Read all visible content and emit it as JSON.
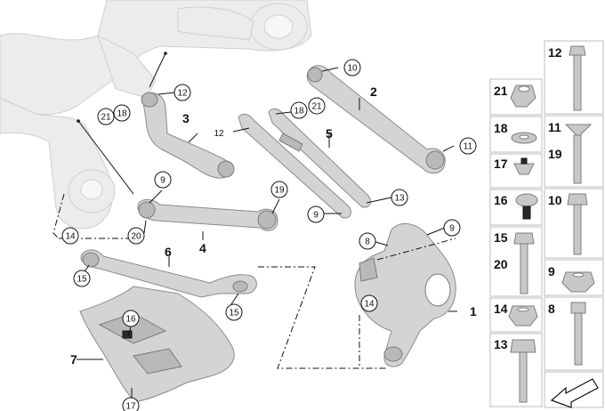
{
  "callouts": {
    "c10": "10",
    "c12a": "12",
    "c18a": "18",
    "c21a": "21",
    "c12b": "12",
    "c18b": "18",
    "c21b": "21",
    "c11": "11",
    "c9a": "9",
    "c19": "19",
    "c13": "13",
    "c9b": "9",
    "c20": "20",
    "c14a": "14",
    "c15a": "15",
    "c15b": "15",
    "c8": "8",
    "c9c": "9",
    "c14b": "14",
    "c16": "16",
    "c17": "17"
  },
  "part_labels": {
    "p1": "1",
    "p2": "2",
    "p3": "3",
    "p4": "4",
    "p5": "5",
    "p6": "6",
    "p7": "7"
  },
  "hardware": {
    "h21": "21",
    "h12": "12",
    "h18": "18",
    "h11": "11",
    "h19": "19",
    "h17": "17",
    "h16": "16",
    "h10": "10",
    "h15": "15",
    "h20": "20",
    "h9": "9",
    "h14": "14",
    "h8": "8",
    "h13": "13"
  },
  "colors": {
    "part_fill": "#d4d4d4",
    "subframe_fill": "#ececec",
    "line": "#111111"
  },
  "icons": [
    "bolt-icon",
    "nut-icon",
    "washer-icon",
    "view-direction-arrow-icon"
  ]
}
